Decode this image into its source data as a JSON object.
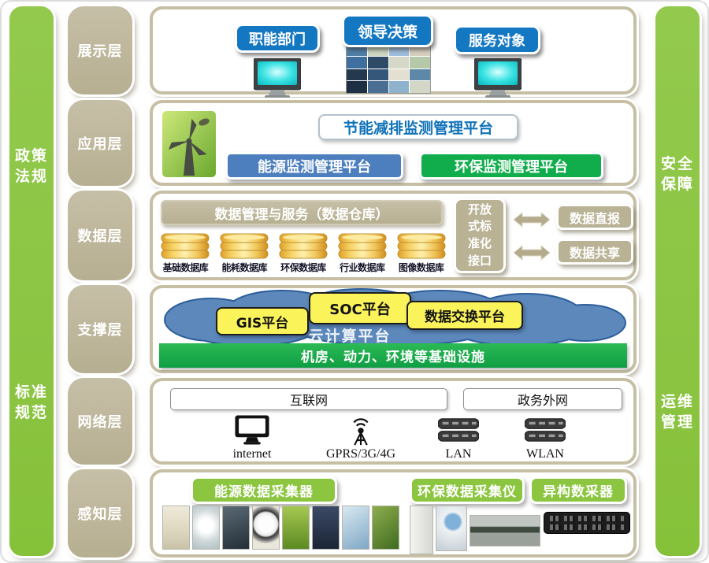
{
  "colors": {
    "sidebar_green": "#8cc540",
    "tan": "#bdb69b",
    "button_blue": "#1377c2",
    "steel_blue": "#4d7fbe",
    "bright_green": "#11ad4c",
    "yellow_box": "#faf35a",
    "cloud_blue": "#5c88bb",
    "cylinder_gold": "#f2c14e"
  },
  "sidebars": {
    "left": [
      "政策法规",
      "标准规范"
    ],
    "right": [
      "安全保障",
      "运维管理"
    ]
  },
  "layers": [
    {
      "label": "展示层"
    },
    {
      "label": "应用层"
    },
    {
      "label": "数据层"
    },
    {
      "label": "支撑层"
    },
    {
      "label": "网络层"
    },
    {
      "label": "感知层"
    }
  ],
  "presentation": {
    "buttons": [
      "职能部门",
      "领导决策",
      "服务对象"
    ]
  },
  "application": {
    "title": "节能减排监测管理平台",
    "platforms": [
      {
        "label": "能源监测管理平台",
        "color": "#4d7fbe"
      },
      {
        "label": "环保监测管理平台",
        "color": "#11ad4c"
      }
    ]
  },
  "data_layer": {
    "header": "数据管理与服务（数据仓库）",
    "databases": [
      "基础数据库",
      "能耗数据库",
      "环保数据库",
      "行业数据库",
      "图像数据库"
    ],
    "interface_label": "开放式标准化接口",
    "exchange": [
      "数据直报",
      "数据共享"
    ]
  },
  "support": {
    "cloud_label": "云计算平台",
    "platforms": [
      "GIS平台",
      "SOC平台",
      "数据交换平台"
    ],
    "infrastructure": "机房、动力、环境等基础设施"
  },
  "network": {
    "zones": [
      "互联网",
      "政务外网"
    ],
    "nodes": [
      {
        "label": "internet",
        "icon": "monitor-icon"
      },
      {
        "label": "GPRS/3G/4G",
        "icon": "antenna-icon"
      },
      {
        "label": "LAN",
        "icon": "server-icon"
      },
      {
        "label": "WLAN",
        "icon": "server-icon"
      }
    ]
  },
  "perception": {
    "collectors": [
      "能源数据采集器",
      "环保数据采集仪",
      "异构数采器"
    ]
  }
}
